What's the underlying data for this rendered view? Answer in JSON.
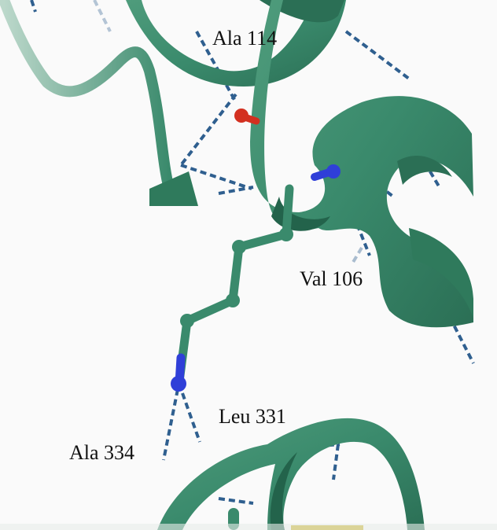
{
  "labels": {
    "ala114": "Ala 114",
    "val106": "Val 106",
    "leu331": "Leu 331",
    "ala334": "Ala 334"
  },
  "colors": {
    "background": "#fafafa",
    "ribbon": "#3a8a6c",
    "ribbon_dark": "#2b6f55",
    "ribbon_light": "#5fa887",
    "hbond": "#2f5f8f",
    "nitrogen": "#2f3fd8",
    "oxygen": "#d33020",
    "sulfur": "#c8b020"
  }
}
